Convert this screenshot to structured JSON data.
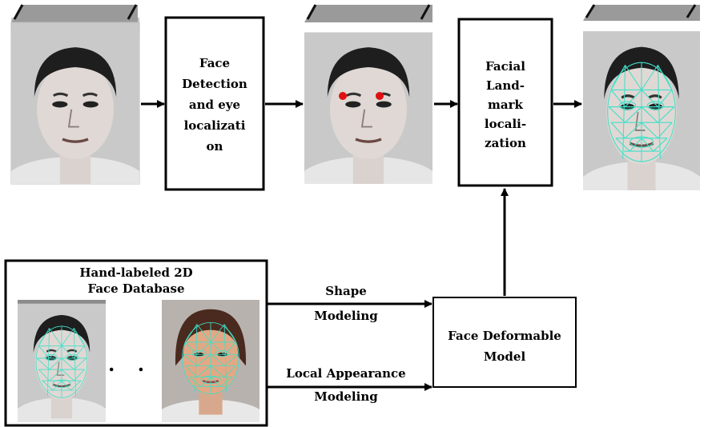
{
  "diagram": {
    "nodes": {
      "face_detection": [
        "Face",
        "Detection",
        "and eye",
        "localizati",
        "on"
      ],
      "landmark_localization": [
        "Facial",
        "Land-",
        "mark",
        "locali-",
        "zation"
      ],
      "database": [
        "Hand-labeled 2D",
        "Face Database"
      ],
      "deformable_model": [
        "Face Deformable",
        "Model"
      ]
    },
    "edges": {
      "shape_modeling": [
        "Shape",
        "Modeling"
      ],
      "local_appearance_modeling": [
        "Local Appearance",
        "Modeling"
      ]
    },
    "ellipsis": ". . ."
  },
  "colors": {
    "photo_bg": "#8c8c8c",
    "mesh": "#40e0c8",
    "eye_marker": "#e01010"
  }
}
